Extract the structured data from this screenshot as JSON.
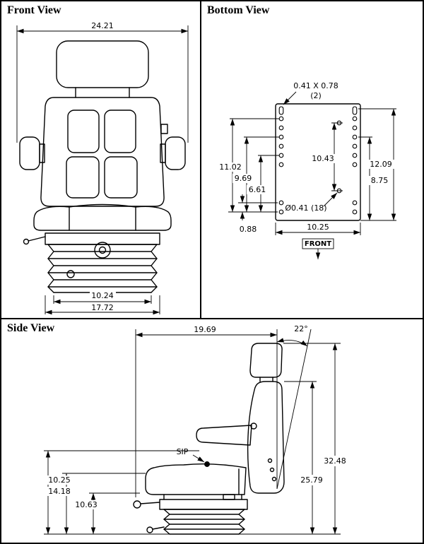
{
  "colors": {
    "ink": "#000000",
    "paper": "#ffffff"
  },
  "front": {
    "title": "Front View",
    "dim_overall_width": "24.21",
    "dim_inner_width": "10.24",
    "dim_base_width": "17.72"
  },
  "bottom": {
    "title": "Bottom View",
    "slot_callout": "0.41 X 0.78",
    "slot_count": "(2)",
    "dim_left_outer": "11.02",
    "dim_left_mid": "9.69",
    "dim_left_inner": "6.61",
    "dim_inner_col": "10.43",
    "dim_right_outer": "12.09",
    "dim_right_mid": "8.75",
    "hole_callout": "Ø0.41 (18)",
    "dim_bottom_offset": "0.88",
    "dim_plate_width": "10.25",
    "front_label": "FRONT"
  },
  "side": {
    "title": "Side View",
    "dim_depth": "19.69",
    "angle": "22°",
    "dim_total_height": "32.48",
    "dim_back_height": "25.79",
    "sip_label": "SIP",
    "dim_left_a": "10.25",
    "dim_left_b": "14.18",
    "dim_left_c": "10.63"
  }
}
